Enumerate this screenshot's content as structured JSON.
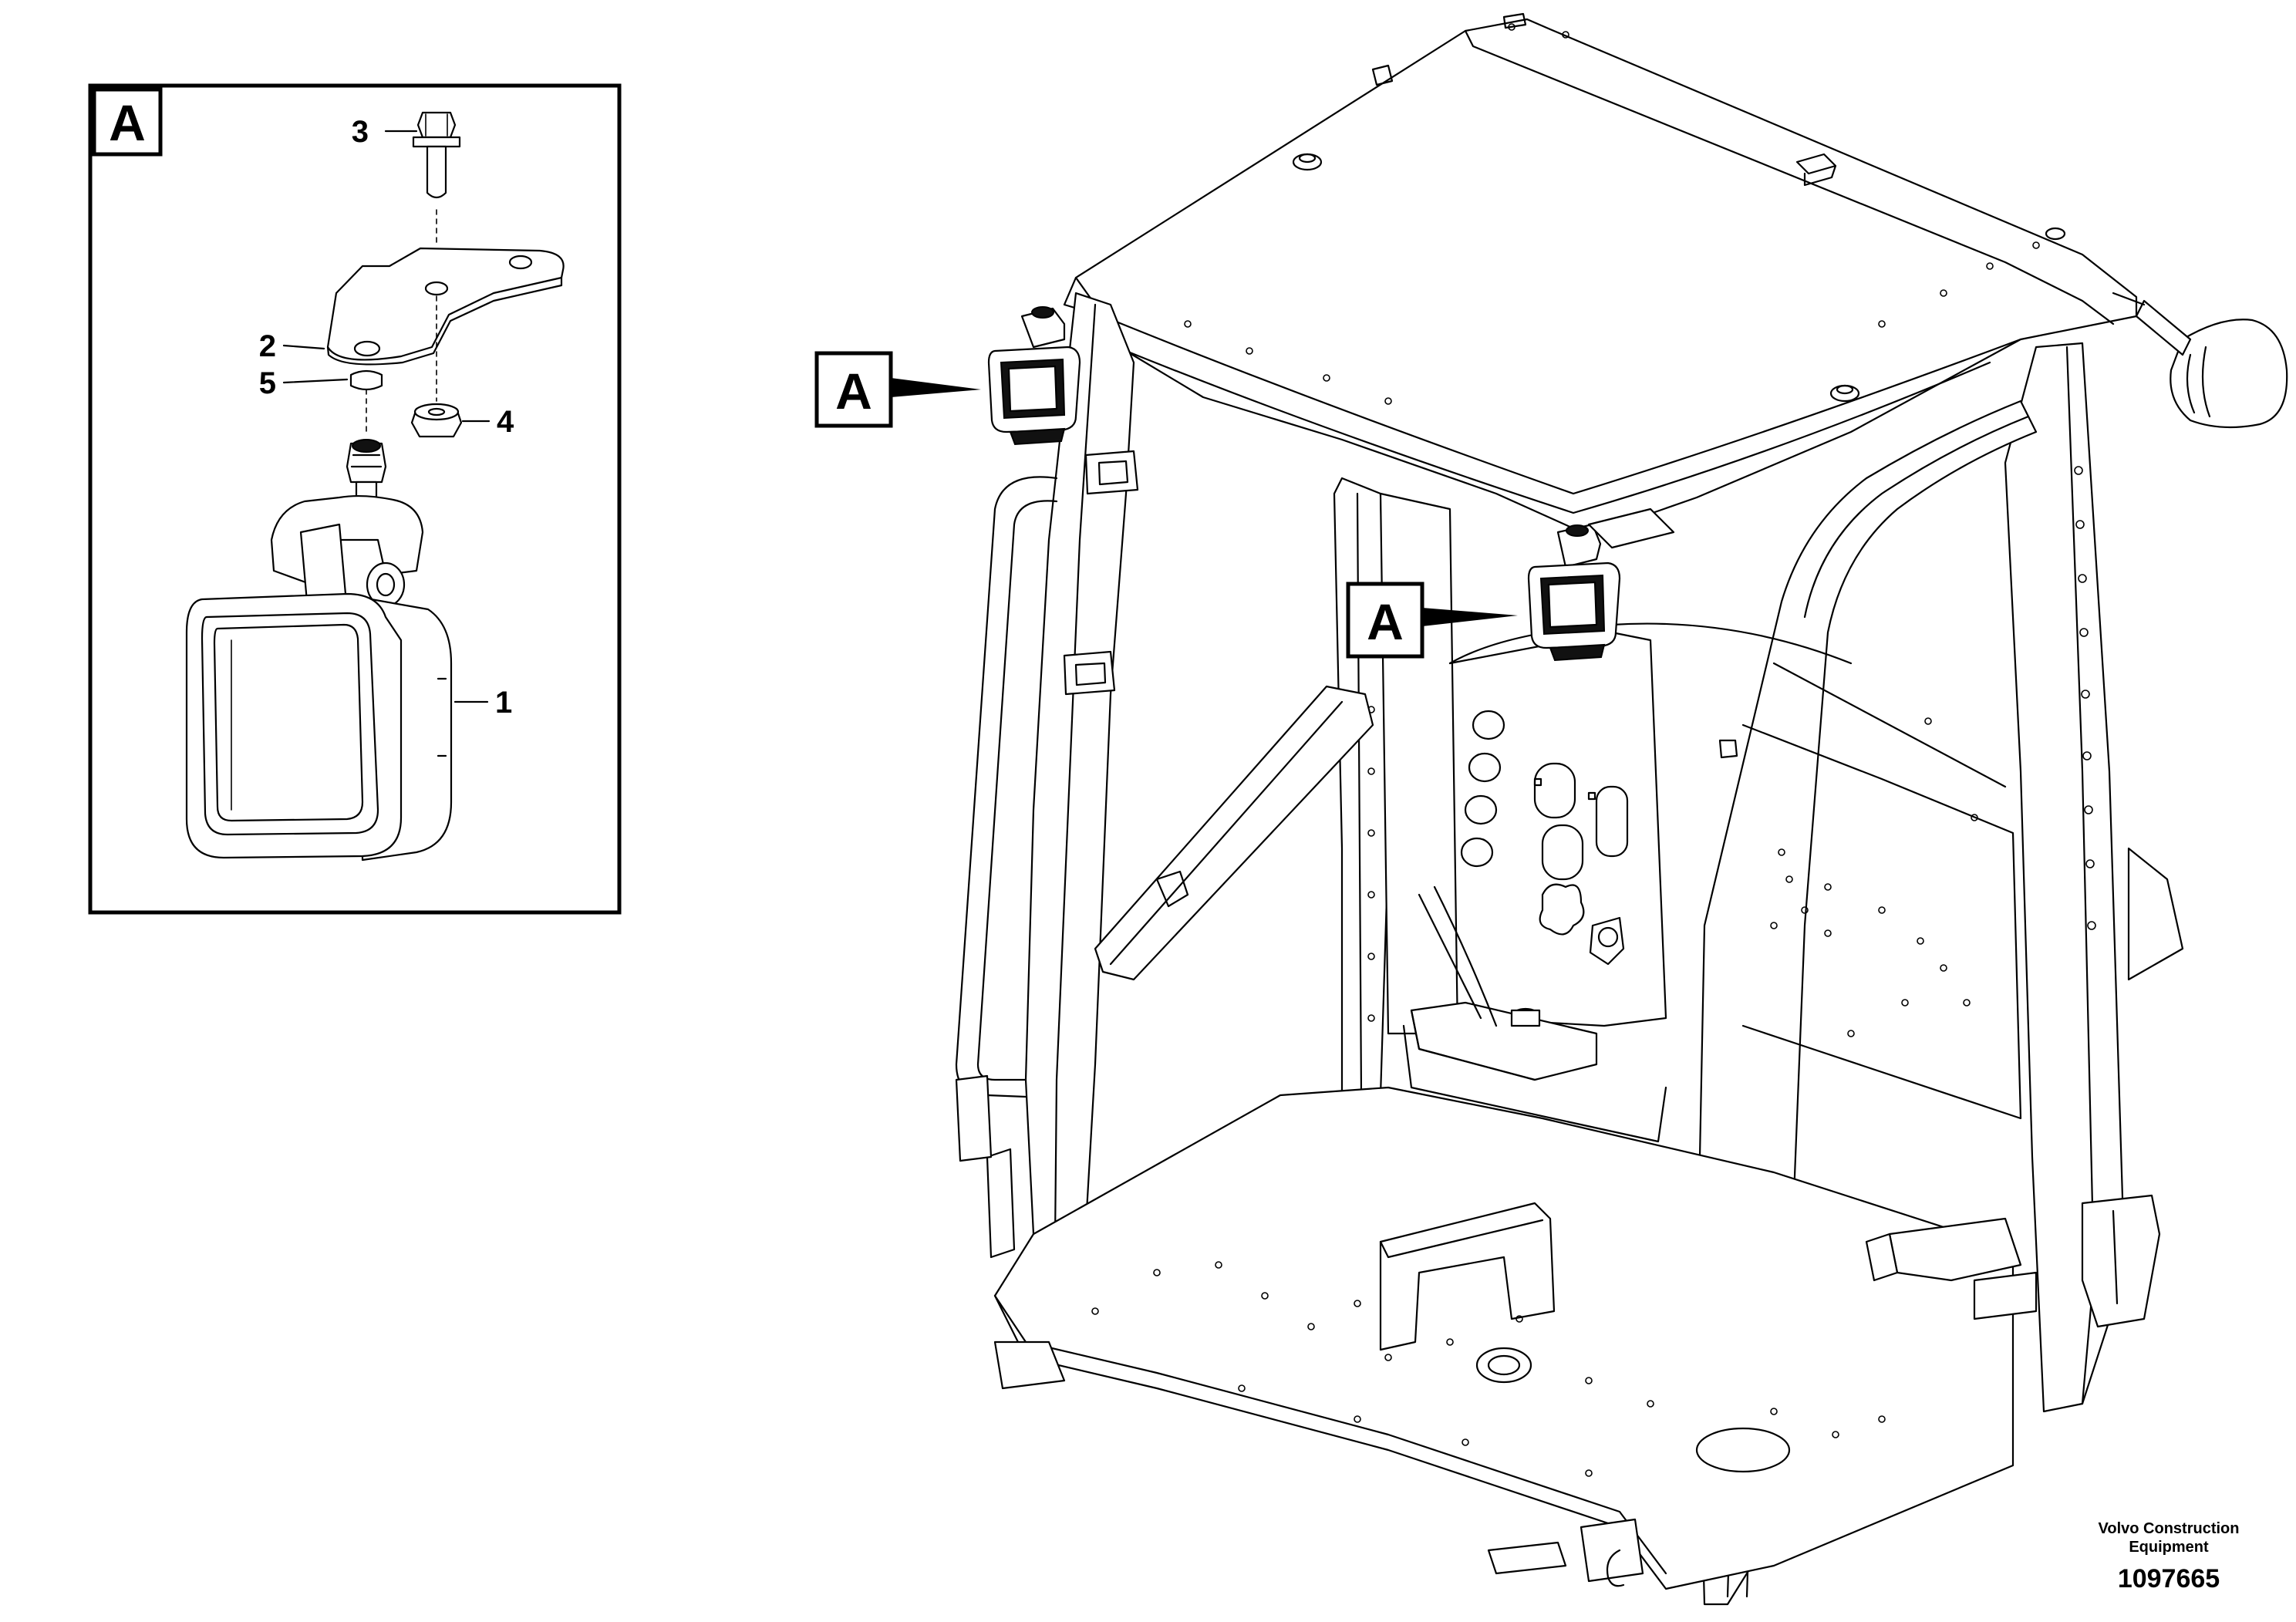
{
  "detail_view": {
    "view_tag": "A",
    "parts": [
      {
        "number": "1"
      },
      {
        "number": "2"
      },
      {
        "number": "3"
      },
      {
        "number": "4"
      },
      {
        "number": "5"
      }
    ]
  },
  "view_callouts": [
    "A",
    "A"
  ],
  "footer": {
    "brand_line1": "Volvo Construction",
    "brand_line2": "Equipment",
    "drawing_number": "1097665"
  }
}
